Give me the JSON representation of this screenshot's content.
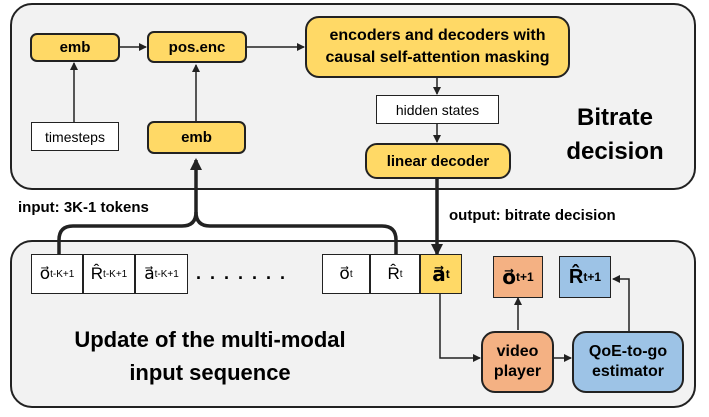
{
  "top_panel": {
    "emb_top": "emb",
    "pos_enc": "pos.enc",
    "encoder": "encoders and decoders with causal self-attention masking",
    "timesteps": "timesteps",
    "emb_bottom": "emb",
    "hidden_states": "hidden states",
    "linear_decoder": "linear decoder",
    "title_line1": "Bitrate",
    "title_line2": "decision"
  },
  "input_label": "input: 3K-1 tokens",
  "output_label": "output: bitrate decision",
  "bottom_panel": {
    "tokens": [
      {
        "sym": "o⃗",
        "sub": "t-K+1"
      },
      {
        "sym": "R̂",
        "sub": "t-K+1"
      },
      {
        "sym": "a⃗",
        "sub": "t-K+1"
      },
      {
        "sym": "o⃗",
        "sub": "t"
      },
      {
        "sym": "R̂",
        "sub": "t"
      },
      {
        "sym": "a⃗",
        "sub": "t"
      }
    ],
    "ellipsis": ". . . . . . .",
    "next_obs": {
      "sym": "o⃗",
      "sub": "t+1"
    },
    "next_rtg": {
      "sym": "R̂",
      "sub": "t+1"
    },
    "video_player": "video player",
    "qoe_estimator": "QoE-to-go estimator",
    "title_line1": "Update of the multi-modal",
    "title_line2": "input sequence"
  },
  "colors": {
    "token_yellow": "#ffd966",
    "video_orange": "#f4b183",
    "qoe_blue": "#9dc3e6",
    "panel_gray": "#f2f2f2"
  }
}
